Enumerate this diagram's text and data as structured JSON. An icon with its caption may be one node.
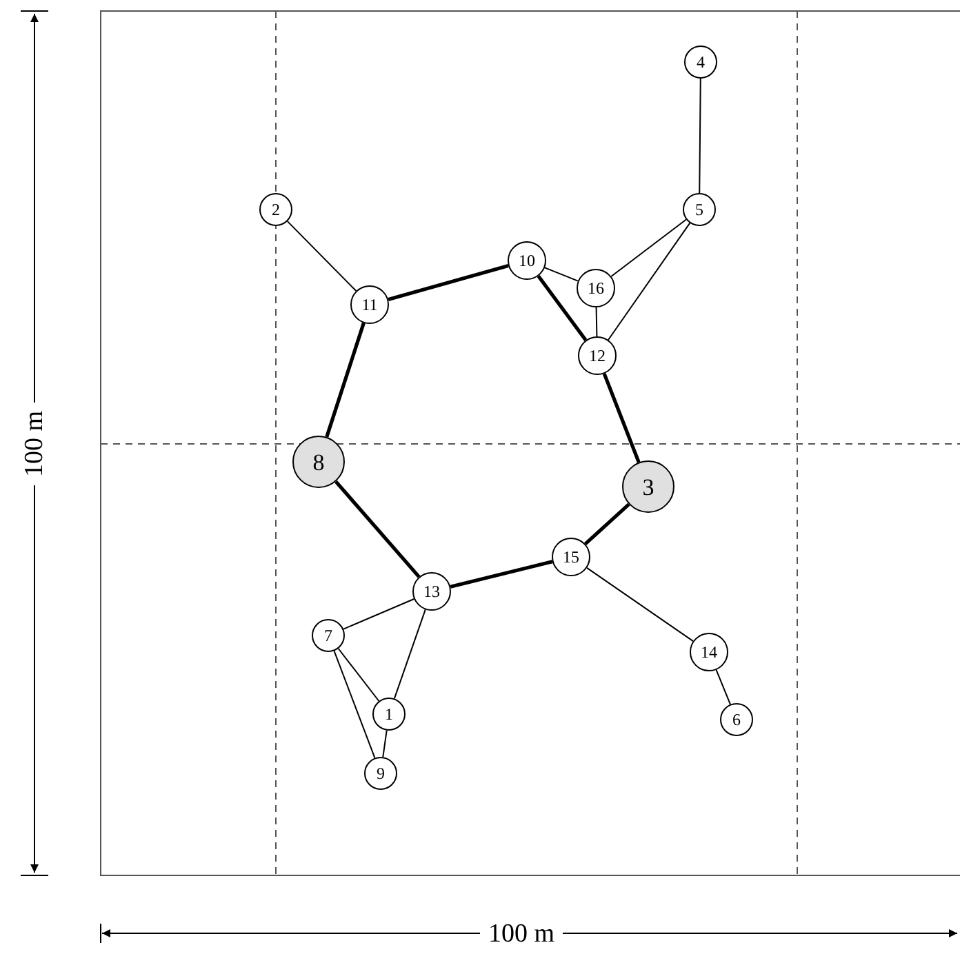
{
  "diagram": {
    "nodes": [
      {
        "text": [
          "4"
        ]
      },
      {
        "text": [
          "2"
        ]
      },
      {
        "text": [
          "5"
        ]
      },
      {
        "text": [
          "10"
        ]
      },
      {
        "text": [
          "11"
        ]
      },
      {
        "text": [
          "16"
        ]
      },
      {
        "text": [
          "12"
        ]
      },
      {
        "text": [
          "8"
        ]
      },
      {
        "text": [
          "3"
        ]
      },
      {
        "text": [
          "15"
        ]
      },
      {
        "text": [
          "13"
        ]
      },
      {
        "text": [
          "7"
        ]
      },
      {
        "text": [
          "14"
        ]
      },
      {
        "text": [
          "1"
        ]
      },
      {
        "text": [
          "6"
        ]
      },
      {
        "text": [
          "9"
        ]
      }
    ],
    "edges": [
      {
        "from": 0,
        "to": 2,
        "arrow": "none"
      },
      {
        "from": 1,
        "to": 4,
        "arrow": "none"
      },
      {
        "from": 2,
        "to": 5,
        "arrow": "none"
      },
      {
        "from": 2,
        "to": 6,
        "arrow": "none"
      },
      {
        "from": 3,
        "to": 5,
        "arrow": "none"
      },
      {
        "from": 5,
        "to": 6,
        "arrow": "none"
      },
      {
        "from": 4,
        "to": 3,
        "arrow": "none",
        "style": "thick"
      },
      {
        "from": 3,
        "to": 6,
        "arrow": "none",
        "style": "thick"
      },
      {
        "from": 4,
        "to": 7,
        "arrow": "none",
        "style": "thick"
      },
      {
        "from": 6,
        "to": 8,
        "arrow": "none",
        "style": "thick"
      },
      {
        "from": 7,
        "to": 10,
        "arrow": "none",
        "style": "thick"
      },
      {
        "from": 8,
        "to": 9,
        "arrow": "none",
        "style": "thick"
      },
      {
        "from": 9,
        "to": 10,
        "arrow": "none",
        "style": "thick"
      },
      {
        "from": 9,
        "to": 12,
        "arrow": "none"
      },
      {
        "from": 12,
        "to": 14,
        "arrow": "none"
      },
      {
        "from": 10,
        "to": 11,
        "arrow": "none"
      },
      {
        "from": 10,
        "to": 13,
        "arrow": "none"
      },
      {
        "from": 11,
        "to": 13,
        "arrow": "none"
      },
      {
        "from": 11,
        "to": 15,
        "arrow": "none"
      },
      {
        "from": 13,
        "to": 15,
        "arrow": "none"
      }
    ],
    "labels": [
      "100 m",
      "100 m"
    ]
  }
}
